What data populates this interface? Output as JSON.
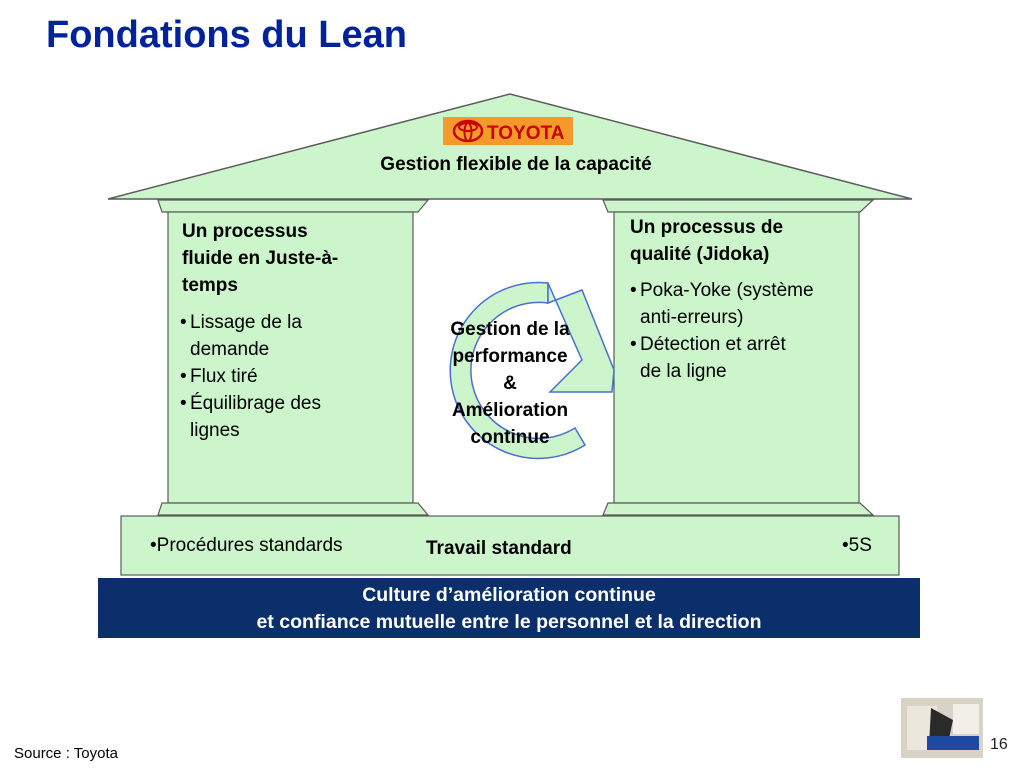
{
  "slide": {
    "title": "Fondations du Lean",
    "page_number": "16",
    "source": "Source : Toyota"
  },
  "roof": {
    "logo_text": "TOYOTA",
    "label": "Gestion flexible de la capacité"
  },
  "left_pillar": {
    "heading": [
      "Un processus",
      "fluide en Juste-à-",
      "temps"
    ],
    "bullets": [
      [
        "Lissage de la",
        "demande"
      ],
      [
        "Flux tiré"
      ],
      [
        "Équilibrage des",
        "lignes"
      ]
    ]
  },
  "right_pillar": {
    "heading": [
      "Un processus de",
      "qualité (Jidoka)"
    ],
    "bullets": [
      [
        "Poka-Yoke (système",
        "anti-erreurs)"
      ],
      [
        "Détection et arrêt",
        "de la ligne"
      ]
    ]
  },
  "center": {
    "lines": [
      "Gestion de la",
      "performance",
      "&",
      "Amélioration",
      "continue"
    ]
  },
  "base": {
    "left": "•Procédures standards",
    "center": "Travail standard",
    "right": "•5S"
  },
  "culture": {
    "line1": "Culture d’amélioration  continue",
    "line2": "et confiance mutuelle entre le personnel et la direction"
  },
  "colors": {
    "title": "#00239c",
    "house_fill": "#ccf5cc",
    "culture_band": "#0a2f6b",
    "logo_bg": "#f39a2a",
    "logo_text": "#cc0000"
  }
}
